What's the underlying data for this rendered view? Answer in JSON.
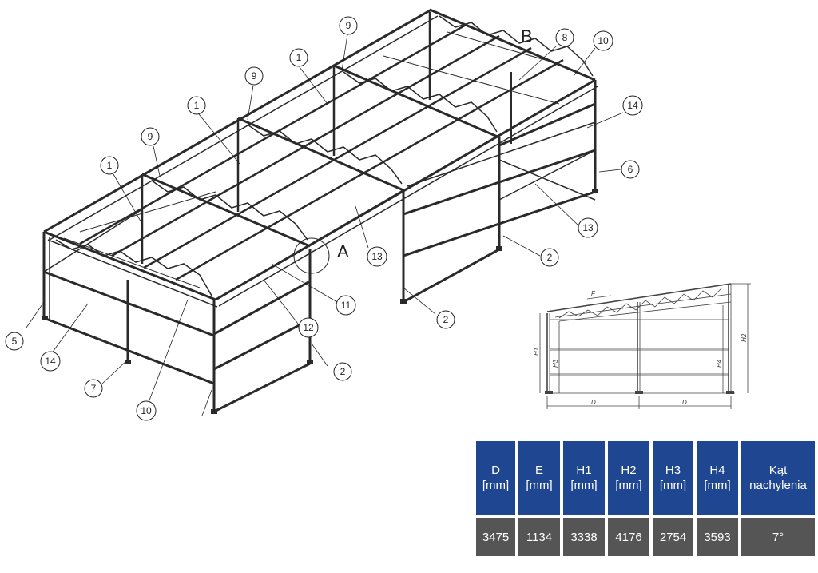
{
  "callouts": [
    {
      "id": "c9a",
      "label": "9"
    },
    {
      "id": "c9b",
      "label": "9"
    },
    {
      "id": "c9c",
      "label": "9"
    },
    {
      "id": "c1a",
      "label": "1"
    },
    {
      "id": "c1b",
      "label": "1"
    },
    {
      "id": "c1c",
      "label": "1"
    },
    {
      "id": "c8",
      "label": "8"
    },
    {
      "id": "c10a",
      "label": "10"
    },
    {
      "id": "c10b",
      "label": "10"
    },
    {
      "id": "c14a",
      "label": "14"
    },
    {
      "id": "c14b",
      "label": "14"
    },
    {
      "id": "c6",
      "label": "6"
    },
    {
      "id": "c13a",
      "label": "13"
    },
    {
      "id": "c13b",
      "label": "13"
    },
    {
      "id": "c2a",
      "label": "2"
    },
    {
      "id": "c2b",
      "label": "2"
    },
    {
      "id": "c2c",
      "label": "2"
    },
    {
      "id": "c11",
      "label": "11"
    },
    {
      "id": "c12",
      "label": "12"
    },
    {
      "id": "c5",
      "label": "5"
    },
    {
      "id": "c7",
      "label": "7"
    }
  ],
  "detail_labels": {
    "a": "A",
    "b": "B"
  },
  "dimension_labels": {
    "f": "F",
    "h1": "H1",
    "h2": "H2",
    "h3": "H3",
    "h4": "H4",
    "d_left": "D",
    "d_right": "D"
  },
  "table": {
    "headers": [
      {
        "name": "D",
        "unit": "[mm]"
      },
      {
        "name": "E",
        "unit": "[mm]"
      },
      {
        "name": "H1",
        "unit": "[mm]"
      },
      {
        "name": "H2",
        "unit": "[mm]"
      },
      {
        "name": "H3",
        "unit": "[mm]"
      },
      {
        "name": "H4",
        "unit": "[mm]"
      },
      {
        "name": "Kąt",
        "unit": "nachylenia"
      }
    ],
    "values": [
      "3475",
      "1134",
      "3338",
      "4176",
      "2754",
      "3593",
      "7°"
    ]
  },
  "colors": {
    "header_bg": "#1f4690",
    "value_bg": "#555555",
    "text": "#ffffff",
    "line": "#222222"
  }
}
